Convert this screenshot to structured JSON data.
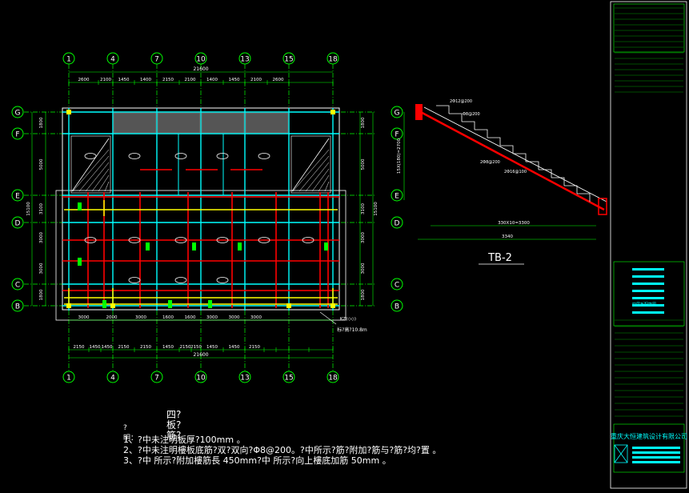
{
  "plan": {
    "grid_cols": [
      "1",
      "4",
      "7",
      "10",
      "13",
      "15",
      "18"
    ],
    "grid_rows": [
      "G",
      "F",
      "E",
      "D",
      "C",
      "B"
    ],
    "overall_dim": "21600",
    "top_dims": [
      "2600",
      "2100",
      "1450",
      "1400",
      "2150",
      "2100",
      "1400",
      "1450",
      "2100",
      "2600"
    ],
    "bottom_dims": [
      "2150",
      "1450",
      "1450",
      "2150",
      "2150",
      "1450",
      "2150",
      "2150",
      "1450",
      "1450",
      "2150"
    ],
    "bottom_overall": "21600",
    "bottom_row2": [
      "3000",
      "2000",
      "3000",
      "1600",
      "1600",
      "3000",
      "3000",
      "3000"
    ],
    "left_dims": [
      "1800",
      "5000",
      "3100",
      "3000",
      "3000",
      "1800"
    ],
    "left_overall": "15100",
    "right_dims": [
      "1800",
      "5000",
      "3100",
      "3000",
      "3000",
      "1800"
    ],
    "right_overall": "15100",
    "callout": "KZ(◇◇)",
    "callout2": "标?高?10.8m"
  },
  "stair": {
    "title": "TB-2",
    "dim_horizontal": "3340",
    "dim_steps": "330X10=3300",
    "dim_vertical": "15X(180)=2700",
    "labels": [
      "2Φ12@200",
      "Φ8@200",
      "2Φ8@200",
      "2Φ16@100"
    ]
  },
  "notes": {
    "title": "四?板?筋?",
    "label": "?明：",
    "lines": [
      "1、?中未注明板厚?100mm 。",
      "2、?中未注明樓板底筋?双?双向?Φ8@200。?中所示?筋?附加?筋与?筋?均?置 。",
      "3、?中    所示?附加樓筋長  450mm?中    所示?向上樓底加筋  50mm 。"
    ]
  },
  "titleblock": {
    "company": "重庆大恒建筑设计有限公司",
    "drawing_name": "四层板配筋图",
    "colors": {
      "frame": "#00ff00",
      "accent": "#00ffff",
      "bg": "#000000"
    }
  },
  "colors": {
    "grid": "#00ff00",
    "beam": "#00ffff",
    "slab": "#ffffff",
    "rebar_red": "#ff0000",
    "rebar_yellow": "#ffff00"
  }
}
